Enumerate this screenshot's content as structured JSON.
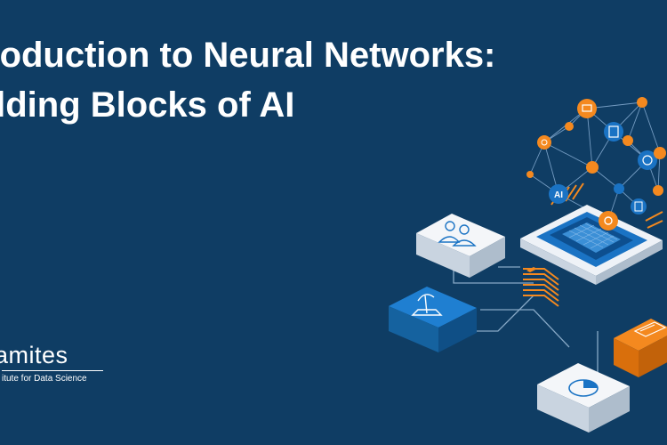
{
  "banner": {
    "title_line_1": "roduction to Neural Networks:",
    "title_line_2": "ilding Blocks of AI",
    "brand_name": "amites",
    "brand_tagline": "itute for Data Science"
  },
  "colors": {
    "background": "#0f3d64",
    "accent_orange": "#f4891f",
    "accent_blue": "#1a73c4",
    "line_color": "#8fb3d4",
    "tile_white": "#f4f6f9"
  },
  "illustration": {
    "network_node_icons": [
      "mail-icon",
      "building-icon",
      "stack-icon",
      "sun-icon",
      "document-icon",
      "gear-icon",
      "ai-icon",
      "cloud-icon"
    ],
    "tile_icons": [
      "users-icon",
      "lamp-icon",
      "pie-chart-icon",
      "document-icon"
    ],
    "node_label": "AI"
  }
}
